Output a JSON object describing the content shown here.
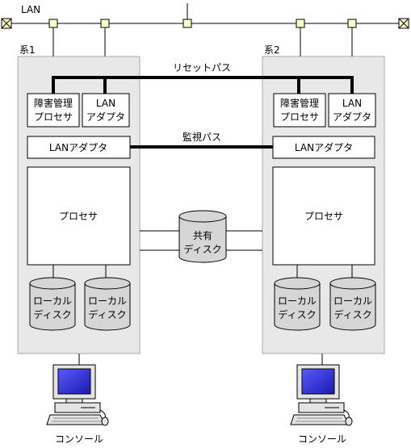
{
  "lan": {
    "label": "LAN"
  },
  "systems": [
    {
      "label": "系1",
      "fault_processor_line1": "障害管理",
      "fault_processor_line2": "プロセサ",
      "lan_adapter_line1": "LAN",
      "lan_adapter_line2": "アダプタ",
      "monitor_lan_adapter": "LANアダプタ",
      "processor": "プロセサ",
      "local_disks": [
        {
          "line1": "ローカル",
          "line2": "ディスク"
        },
        {
          "line1": "ローカル",
          "line2": "ディスク"
        }
      ],
      "console": "コンソール"
    },
    {
      "label": "系2",
      "fault_processor_line1": "障害管理",
      "fault_processor_line2": "プロセサ",
      "lan_adapter_line1": "LAN",
      "lan_adapter_line2": "アダプタ",
      "monitor_lan_adapter": "LANアダプタ",
      "processor": "プロセサ",
      "local_disks": [
        {
          "line1": "ローカル",
          "line2": "ディスク"
        },
        {
          "line1": "ローカル",
          "line2": "ディスク"
        }
      ],
      "console": "コンソール"
    }
  ],
  "reset_path": "リセットパス",
  "monitor_path": "監視パス",
  "shared_disk": {
    "line1": "共有",
    "line2": "ディスク"
  },
  "colors": {
    "system_background": "#e8e8e8",
    "disk_fill": "#d6d6d6",
    "lan_node": "#ffffcc",
    "monitor_screen": "#2a2ad8"
  }
}
